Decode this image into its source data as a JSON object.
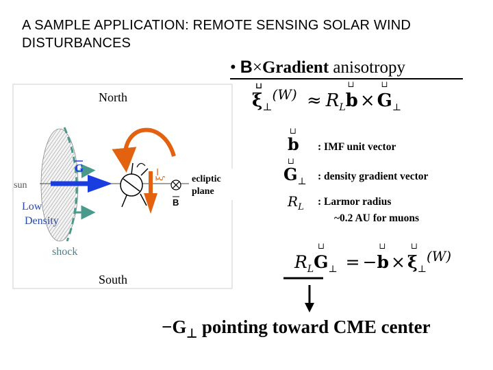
{
  "title": "A SAMPLE APPLICATION: REMOTE SENSING SOLAR WIND DISTURBANCES",
  "subtitle": {
    "bullet": "•",
    "symbol": "B",
    "cross": "×",
    "bold_text": "Gradient",
    "rest": " anisotropy"
  },
  "diagram": {
    "north": "North",
    "south": "South",
    "sun": "sun",
    "low_density_line1": "Low",
    "low_density_line2": "Density",
    "shock": "shock",
    "G_label": "G",
    "B_label": "B",
    "xi_label": "ξ",
    "ecliptic_line1": "ecliptic",
    "ecliptic_line2": "plane"
  },
  "equations": {
    "eq1_lhs": "ξ",
    "eq1_lhs_sub": "⊥",
    "eq1_lhs_arg": "(W)",
    "eq1_rel": "≈",
    "eq1_rhs_R": "R",
    "eq1_rhs_L": "L",
    "eq1_rhs_b": "b",
    "eq1_rhs_times": "×",
    "eq1_rhs_G": "G",
    "eq1_rhs_G_sub": "⊥",
    "eq2_lhs_R": "R",
    "eq2_lhs_L": "L",
    "eq2_lhs_G": "G",
    "eq2_lhs_G_sub": "⊥",
    "eq2_rel": "=",
    "eq2_rhs_minus": "−",
    "eq2_rhs_b": "b",
    "eq2_rhs_times": "×",
    "eq2_rhs_xi": "ξ",
    "eq2_rhs_xi_sub": "⊥",
    "eq2_rhs_arg": "(W)"
  },
  "legend": {
    "b_symbol": "b",
    "b_text": ": IMF unit vector",
    "G_symbol": "G",
    "G_sub": "⊥",
    "G_text": ": density gradient vector",
    "R_symbol": "R",
    "R_sub": "L",
    "R_text_line1": ": Larmor radius",
    "R_text_line2": "~0.2 AU for muons"
  },
  "conclusion": {
    "minus": "−",
    "G": "G",
    "sub": "⊥",
    "text": " pointing toward CME center"
  },
  "colors": {
    "gradient_arrow": "#1a3de0",
    "orange_arrow": "#e2620f",
    "shock_line": "#4a9a8c",
    "label_blue": "#2a4aa8",
    "shock_text": "#4a7f86"
  }
}
